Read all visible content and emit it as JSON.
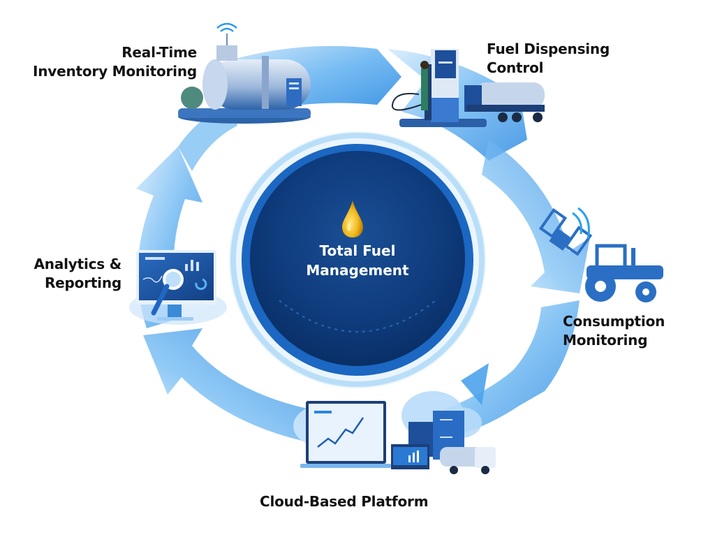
{
  "diagram": {
    "type": "cycle",
    "center": {
      "title_line1": "Total Fuel",
      "title_line2": "Management",
      "icon": "fuel-drop-icon"
    },
    "stages": [
      {
        "id": "inventory",
        "line1": "Real-Time",
        "line2": "Inventory Monitoring",
        "icon": "storage-tank-icon"
      },
      {
        "id": "dispensing",
        "line1": "Fuel Dispensing",
        "line2": "Control",
        "icon": "fuel-pump-truck-icon"
      },
      {
        "id": "consumption",
        "line1": "Consumption",
        "line2": "Monitoring",
        "icon": "satellite-tractor-icon"
      },
      {
        "id": "cloud",
        "line1": "Cloud-Based Platform",
        "line2": "",
        "icon": "cloud-platform-icon"
      },
      {
        "id": "analytics",
        "line1": "Analytics &",
        "line2": "Reporting",
        "icon": "analytics-monitor-icon"
      }
    ],
    "colors": {
      "center_dark": "#0d3a78",
      "center_mid": "#1b5fae",
      "ring_light": "#bfe0fb",
      "ring_mid": "#5aaeef",
      "ring_dark": "#2b86df",
      "drop": "#f0b820",
      "text": "#111111"
    }
  }
}
